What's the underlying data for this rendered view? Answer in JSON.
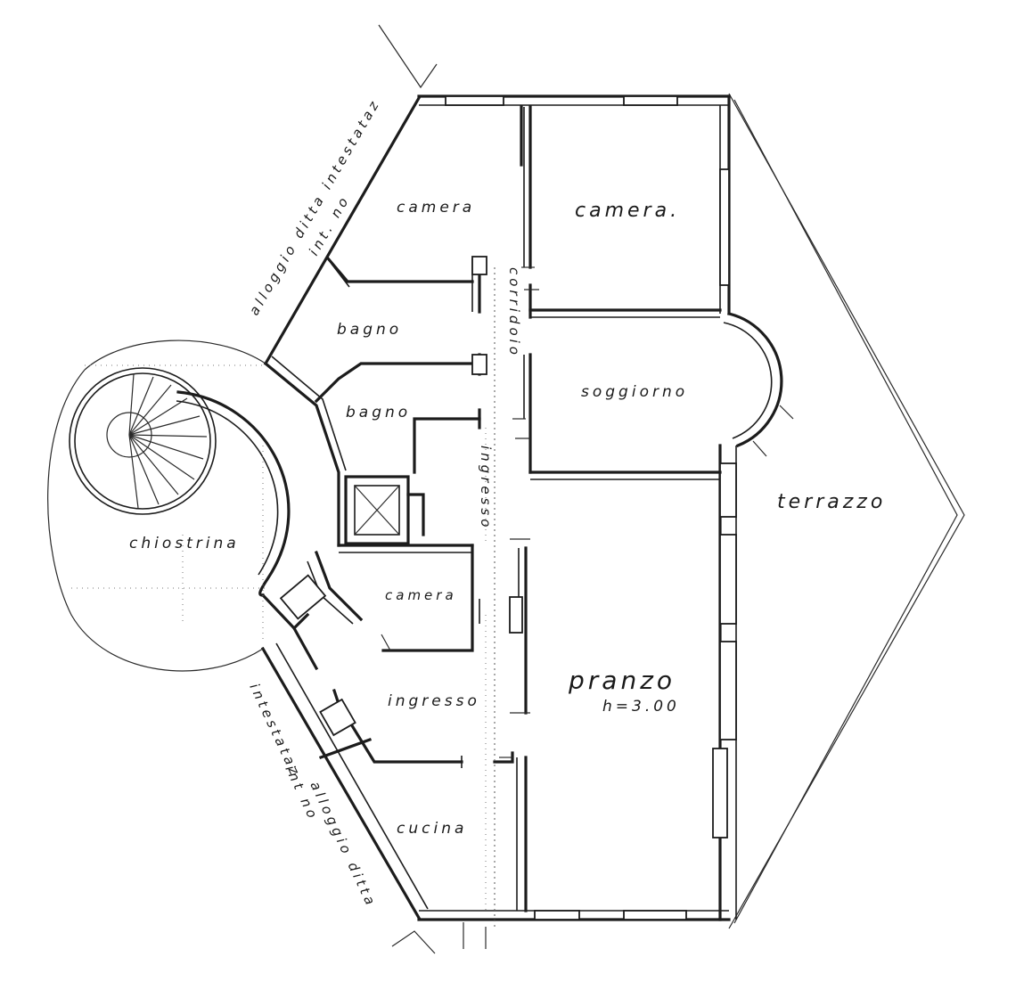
{
  "rooms": {
    "camera_1": "camera",
    "camera_2": "camera.",
    "bagno_1": "bagno",
    "bagno_2": "bagno",
    "corridoio": "corridoio",
    "soggiorno": "soggiorno",
    "terrazzo": "terrazzo",
    "ingresso_vertical": "ingresso",
    "chiostrina": "chiostrina",
    "camera_3": "camera",
    "ingresso": "ingresso",
    "pranzo": "pranzo",
    "pranzo_height": "h=3.00",
    "cucina": "cucina"
  },
  "annotations": {
    "neighbor_top_line1": "alloggio ditta intestataz",
    "neighbor_top_line2": "int. no",
    "neighbor_bottom_line1": "intestataz",
    "neighbor_bottom_line2": "alloggio ditta",
    "neighbor_bottom_line3": "int no"
  }
}
